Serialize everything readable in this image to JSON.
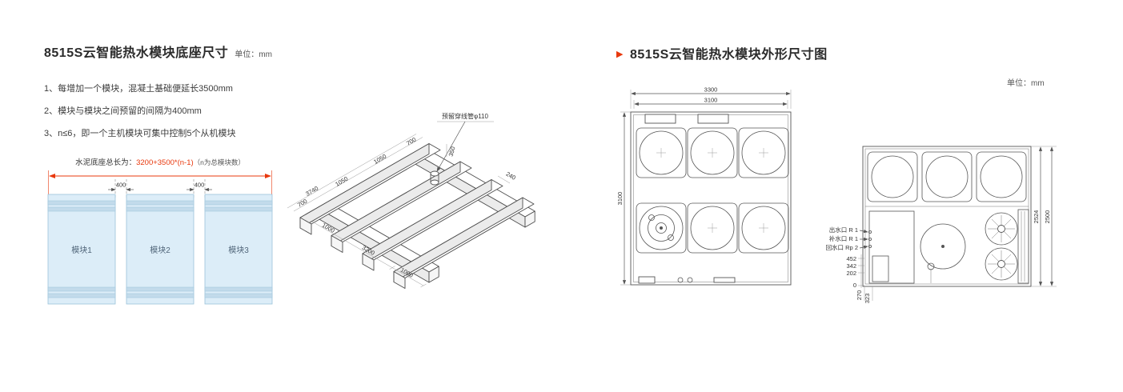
{
  "accent_color": "#e8380d",
  "left": {
    "title": "8515S云智能热水模块底座尺寸",
    "unit": "单位：mm",
    "notes": [
      "1、每增加一个模块，混凝土基础便延长3500mm",
      "2、模块与模块之间预留的间隔为400mm",
      "3、n≤6，即一个主机模块可集中控制5个从机模块"
    ],
    "plan": {
      "total_label": "水泥底座总长为：",
      "total_formula": "3200+3500*(n-1)",
      "total_note": "（n为总模块数）",
      "gap1": "400",
      "gap2": "400",
      "module1": "模块1",
      "module2": "模块2",
      "module3": "模块3"
    },
    "iso": {
      "conduit_label": "预留穿线管φ110",
      "d3740": "3740",
      "d1050a": "1050",
      "d1050b": "1050",
      "d700a": "700",
      "d700b": "700",
      "d350": "350",
      "d240": "240",
      "d1000a": "1000",
      "d3200": "3200",
      "d1000b": "1000"
    }
  },
  "right": {
    "title": "8515S云智能热水模块外形尺寸图",
    "unit": "单位：mm",
    "top_view": {
      "width_outer": "3300",
      "width_inner": "3100",
      "depth": "3100"
    },
    "front_view": {
      "port1": "出水口 R 1",
      "port2": "补水口 R 1",
      "port3": "回水口 Rp 2",
      "d452": "452",
      "d342": "342",
      "d202": "202",
      "d0": "0",
      "d270": "270",
      "d323": "323",
      "height_inner": "2524",
      "height_outer": "2500"
    }
  }
}
